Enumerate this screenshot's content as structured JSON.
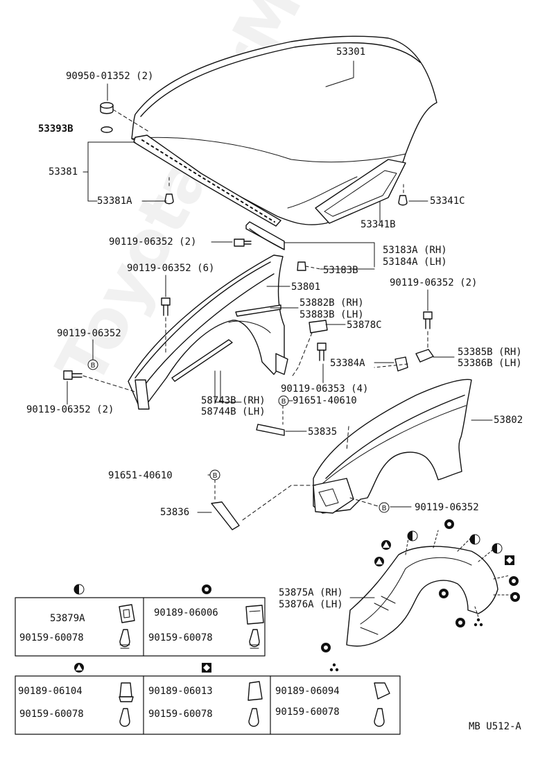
{
  "watermark": "ToyotaCarMe.ru",
  "labels": {
    "hood": "53301",
    "cushion": "90950-01352 (2)",
    "seal_b": "53393B",
    "hood_seal": "53381",
    "hood_seal_clip": "53381A",
    "clip_c": "53341C",
    "insulator": "53341B",
    "bolt_a": "90119-06352 (2)",
    "hinge_rh": "53183A (RH)",
    "hinge_lh": "53184A (LH)",
    "hinge_b": "53183B",
    "bolt_b": "90119-06352 (6)",
    "apron": "53801",
    "seal_rh": "53882B (RH)",
    "seal_lh": "53883B (LH)",
    "bracket_c": "53878C",
    "bolt_c": "90119-06352",
    "bolt_d": "90119-06352 (2)",
    "bracket_rh": "53385B (RH)",
    "bracket_lh": "53386B (LH)",
    "pad": "53384A",
    "bolt_e": "90119-06353 (4)",
    "bolt_f": "90119-06352 (2)",
    "moulding_rh": "58743B (RH)",
    "moulding_lh": "58744B (LH)",
    "nut_a": "91651-40610",
    "fender": "53802",
    "stay": "53835",
    "nut_b": "91651-40610",
    "stay_b": "53836",
    "bolt_g": "90119-06352",
    "liner_rh": "53875A (RH)",
    "liner_lh": "53876A (LH)",
    "footer": "MB U512-A"
  },
  "legend": {
    "cells": [
      {
        "symbol": "half-circle",
        "part_a": "53879A",
        "part_b": "90159-60078"
      },
      {
        "symbol": "spiral",
        "part_a": "90189-06006",
        "part_b": "90159-60078"
      },
      {
        "symbol": "triangle",
        "part_a": "90189-06104",
        "part_b": "90159-60078"
      },
      {
        "symbol": "diamond",
        "part_a": "90189-06013",
        "part_b": "90159-60078"
      },
      {
        "symbol": "three-dots",
        "part_a": "90189-06094",
        "part_b": "90159-60078"
      }
    ]
  }
}
